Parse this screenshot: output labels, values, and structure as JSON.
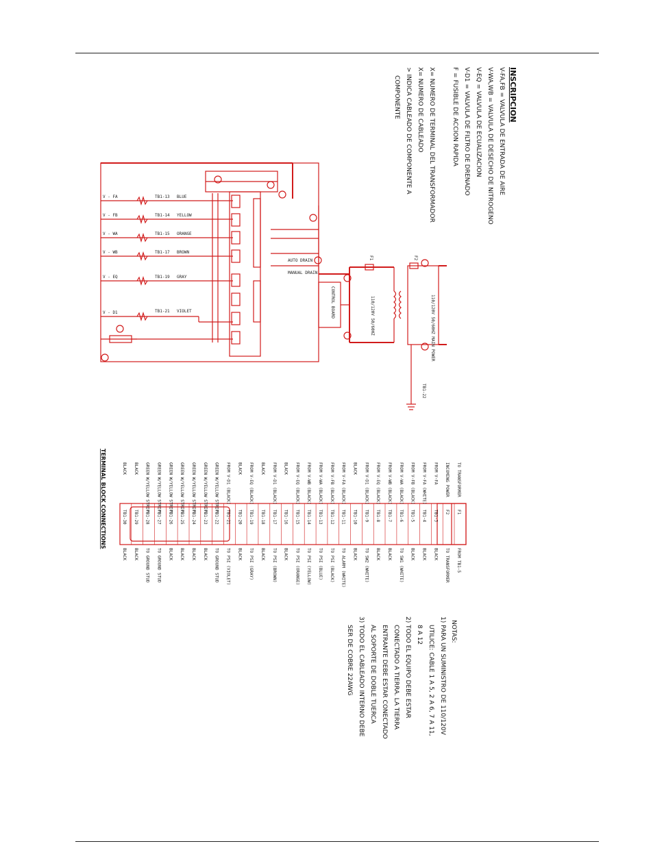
{
  "legend": {
    "title": "INSCRIPCION",
    "lines": [
      "V-FA,FB = VALVULA DE ENTRADA DE AIRE",
      "V-WA,WB = VALVULA DE DESECHO DE NITROGENO",
      "V-EQ = VALVULA DE ECUALIZACION",
      "V-D1 = VALVULA DE FILTRO DE DRENADO",
      "F = FUSIBLE DE ACCION RAPIDA",
      "",
      "X= NUMERO DE TERMINAL DEL TRANSFORMADOR",
      "X= NUMERO DE CABLEADO",
      "> INDICA CABLEADO DE COMPONENTE A",
      "COMPONENTE"
    ]
  },
  "notes": {
    "title": "NOTAS:",
    "lines": [
      "1) PARA UN SUMINISTRO DE 110/120V",
      "UTILICE: CABLE 1 A 5, 2 A 6, 7 A 11,",
      "8 A 12",
      "2) TODO EL EQUIPO DEBE ESTAR",
      "CONECTADO A TIERRA. LA TIERRA",
      "ENTRANTE DEBE ESTAR CONECTADO",
      "AL SOPORTE DE DOBLE TUERCA",
      "3) TODO EL CABLEADO INTERNO DEBE",
      "SER DE COBRE 22AWG"
    ]
  },
  "schematic": {
    "valve_labels": [
      "V - FA",
      "V - FB",
      "V - WA",
      "V - WB",
      "V - EQ",
      "V - D1"
    ],
    "wire_colors": [
      "BLUE",
      "YELLOW",
      "ORANGE",
      "BROWN",
      "GRAY",
      "VIOLET"
    ],
    "tb_refs": [
      "TB1-13",
      "TB1-14",
      "TB1-15",
      "TB1-17",
      "TB1-19",
      "TB1-21"
    ],
    "power_label": "110/120V 50/60HZ MAIN POWER",
    "transformer_label": "110/120V 50/60HZ",
    "control_label": "CONTROL BOARD",
    "fuse_labels": [
      "F1",
      "F2"
    ],
    "ground_label": "TB1-22",
    "drain_label": "MANUAL DRAIN",
    "auto_label": "AUTO DRAIN"
  },
  "terminal_block": {
    "title": "TERMINAL BLOCK CONNECTIONS",
    "rows": [
      {
        "id": "F1",
        "left": "TO TRANSFORMER",
        "right": "FROM TB1-5"
      },
      {
        "id": "F2",
        "left": "INCOMING POWER",
        "right": "TO TRANSFORMER"
      },
      {
        "id": "TB1-3",
        "left": "FROM V-FA",
        "right": "BLACK"
      },
      {
        "id": "TB1-4",
        "left": "FROM V-FA (WHITE)",
        "right": "BLACK"
      },
      {
        "id": "TB1-5",
        "left": "FROM V-FB (BLACK)",
        "right": "BLACK"
      },
      {
        "id": "TB1-6",
        "left": "FROM V-WA (BLACK)",
        "right": "TO SW1 (WHITE)"
      },
      {
        "id": "TB1-7",
        "left": "FROM V-WB (BLACK)",
        "right": "BLACK"
      },
      {
        "id": "TB1-8",
        "left": "FROM V-EQ (BLACK)",
        "right": "BLACK"
      },
      {
        "id": "TB1-9",
        "left": "FROM V-D1 (BLACK)",
        "right": "TO SW2 (WHITE)"
      },
      {
        "id": "TB1-10",
        "left": "BLACK",
        "right": "BLACK"
      },
      {
        "id": "TB1-11",
        "left": "FROM V-FA (BLACK)",
        "right": "TO ALARM (WHITE)"
      },
      {
        "id": "TB1-12",
        "left": "FROM V-FB (BLACK)",
        "right": "TO PSI (BLACK)"
      },
      {
        "id": "TB1-13",
        "left": "FROM V-WA (BLACK)",
        "right": "TO PSI (BLUE)"
      },
      {
        "id": "TB1-14",
        "left": "FROM V-WB (BLACK)",
        "right": "TO PSI (YELLOW)"
      },
      {
        "id": "TB1-15",
        "left": "FROM V-EQ (BLACK)",
        "right": "TO PSI (ORANGE)"
      },
      {
        "id": "TB1-16",
        "left": "BLACK",
        "right": "BLACK"
      },
      {
        "id": "TB1-17",
        "left": "FROM V-D1 (BLACK)",
        "right": "TO PSI (BROWN)"
      },
      {
        "id": "TB1-18",
        "left": "BLACK",
        "right": "BLACK"
      },
      {
        "id": "TB1-19",
        "left": "FROM V-EQ (BLACK)",
        "right": "TO PSI (GRAY)"
      },
      {
        "id": "TB1-20",
        "left": "BLACK",
        "right": "BLACK"
      },
      {
        "id": "TB1-21",
        "left": "FROM V-D1 (BLACK)",
        "right": "TO PSI (VIOLET)"
      },
      {
        "id": "TB1-22",
        "left": "GREEN W/YELLOW STRIPE",
        "right": "TO GROUND STUD"
      },
      {
        "id": "TB1-23",
        "left": "GREEN W/YELLOW STRIPE",
        "right": "BLACK"
      },
      {
        "id": "TB1-24",
        "left": "GREEN W/YELLOW STRIPE",
        "right": "BLACK"
      },
      {
        "id": "TB1-25",
        "left": "GREEN W/YELLOW STRIPE",
        "right": "BLACK"
      },
      {
        "id": "TB1-26",
        "left": "GREEN W/YELLOW STRIPE",
        "right": "BLACK"
      },
      {
        "id": "TB1-27",
        "left": "GREEN W/YELLOW STRIPE",
        "right": "TO GROUND STUD"
      },
      {
        "id": "TB1-28",
        "left": "GREEN W/YELLOW STRIPE",
        "right": "TO GROUND STUD"
      },
      {
        "id": "TB1-29",
        "left": "BLACK",
        "right": "BLACK"
      },
      {
        "id": "TB1-30",
        "left": "BLACK",
        "right": "BLACK"
      }
    ]
  },
  "colors": {
    "wire": "#d11a1a",
    "ink": "#111111"
  }
}
